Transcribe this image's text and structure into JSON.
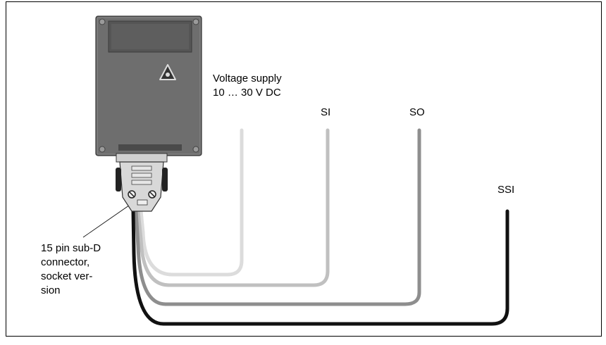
{
  "labels": {
    "voltage_line1": "Voltage supply",
    "voltage_line2": "10 … 30 V DC",
    "si": "SI",
    "so": "SO",
    "ssi": "SSI",
    "connector": "15 pin sub-D\nconnector,\nsocket ver-\nsion"
  },
  "colors": {
    "housing": "#6e6e6e",
    "housing_dark": "#4a4a4a",
    "cable_voltage": "#d8d8d8",
    "cable_si": "#bcbcbc",
    "cable_so": "#8c8c8c",
    "cable_ssi": "#111111"
  }
}
